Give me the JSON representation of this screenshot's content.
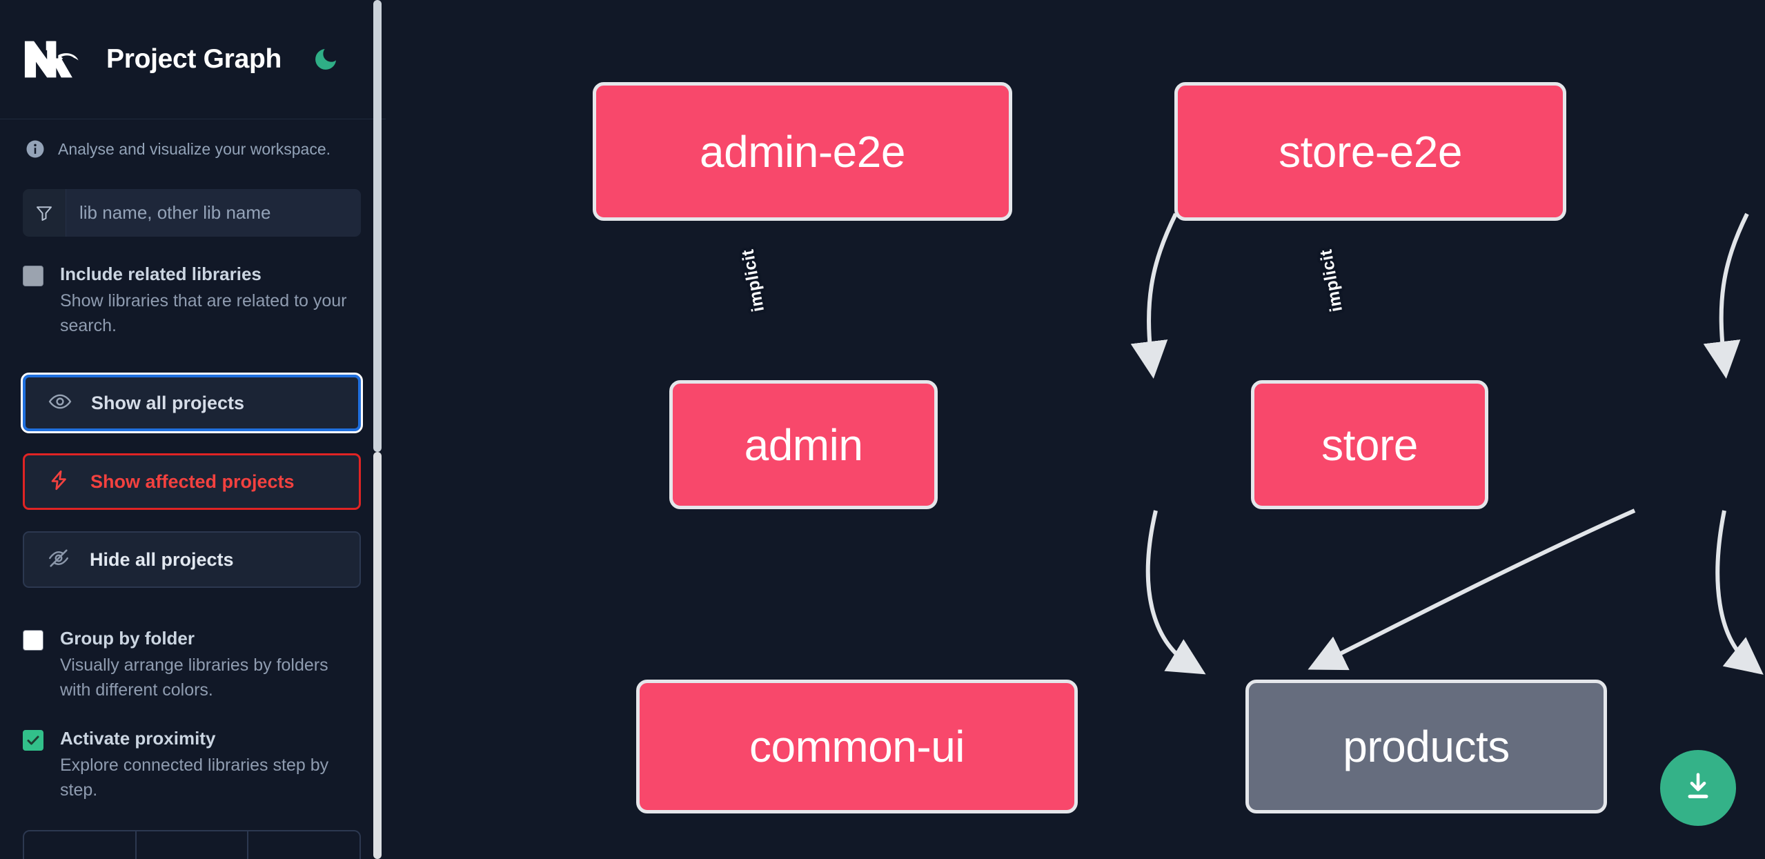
{
  "header": {
    "title": "Project Graph",
    "logo_icon": "nx-logo-icon",
    "theme_toggle_icon": "moon-icon"
  },
  "sidebar": {
    "note": {
      "icon": "info-icon",
      "text": "Analyse and visualize your workspace."
    },
    "filter": {
      "icon": "filter-funnel-icon",
      "placeholder": "lib name, other lib name",
      "value": ""
    },
    "checkboxes": [
      {
        "label": "Include related libraries",
        "description": "Show libraries that are related to your search.",
        "checked": false,
        "state": "disabled"
      },
      {
        "label": "Group by folder",
        "description": "Visually arrange libraries by folders with different colors.",
        "checked": false,
        "state": "enabled"
      },
      {
        "label": "Activate proximity",
        "description": "Explore connected libraries step by step.",
        "checked": true,
        "state": "enabled"
      }
    ],
    "buttons": [
      {
        "label": "Show all projects",
        "icon": "eye-icon",
        "style": "focused"
      },
      {
        "label": "Show affected projects",
        "icon": "lightning-bolt-icon",
        "style": "danger"
      },
      {
        "label": "Hide all projects",
        "icon": "eye-off-icon",
        "style": "default"
      }
    ]
  },
  "graph": {
    "download_button": {
      "icon": "download-icon",
      "label": ""
    },
    "nodes": [
      {
        "id": "admin-e2e",
        "label": "admin-e2e",
        "color": "#f8486b",
        "kind": "red"
      },
      {
        "id": "store-e2e",
        "label": "store-e2e",
        "color": "#f8486b",
        "kind": "red"
      },
      {
        "id": "admin",
        "label": "admin",
        "color": "#f8486b",
        "kind": "red"
      },
      {
        "id": "store",
        "label": "store",
        "color": "#f8486b",
        "kind": "red"
      },
      {
        "id": "common-ui",
        "label": "common-ui",
        "color": "#f8486b",
        "kind": "red"
      },
      {
        "id": "products",
        "label": "products",
        "color": "#666d7e",
        "kind": "gray"
      }
    ],
    "edges": [
      {
        "from": "admin-e2e",
        "to": "admin",
        "label": "implicit"
      },
      {
        "from": "store-e2e",
        "to": "store",
        "label": "implicit"
      },
      {
        "from": "admin",
        "to": "common-ui",
        "label": ""
      },
      {
        "from": "store",
        "to": "common-ui",
        "label": ""
      },
      {
        "from": "store",
        "to": "products",
        "label": ""
      }
    ]
  },
  "colors": {
    "background": "#111827",
    "node_red": "#f8486b",
    "node_gray": "#666d7e",
    "accent_green": "#34b288",
    "danger_red": "#f3413f",
    "focus_blue": "#1f6fde"
  }
}
